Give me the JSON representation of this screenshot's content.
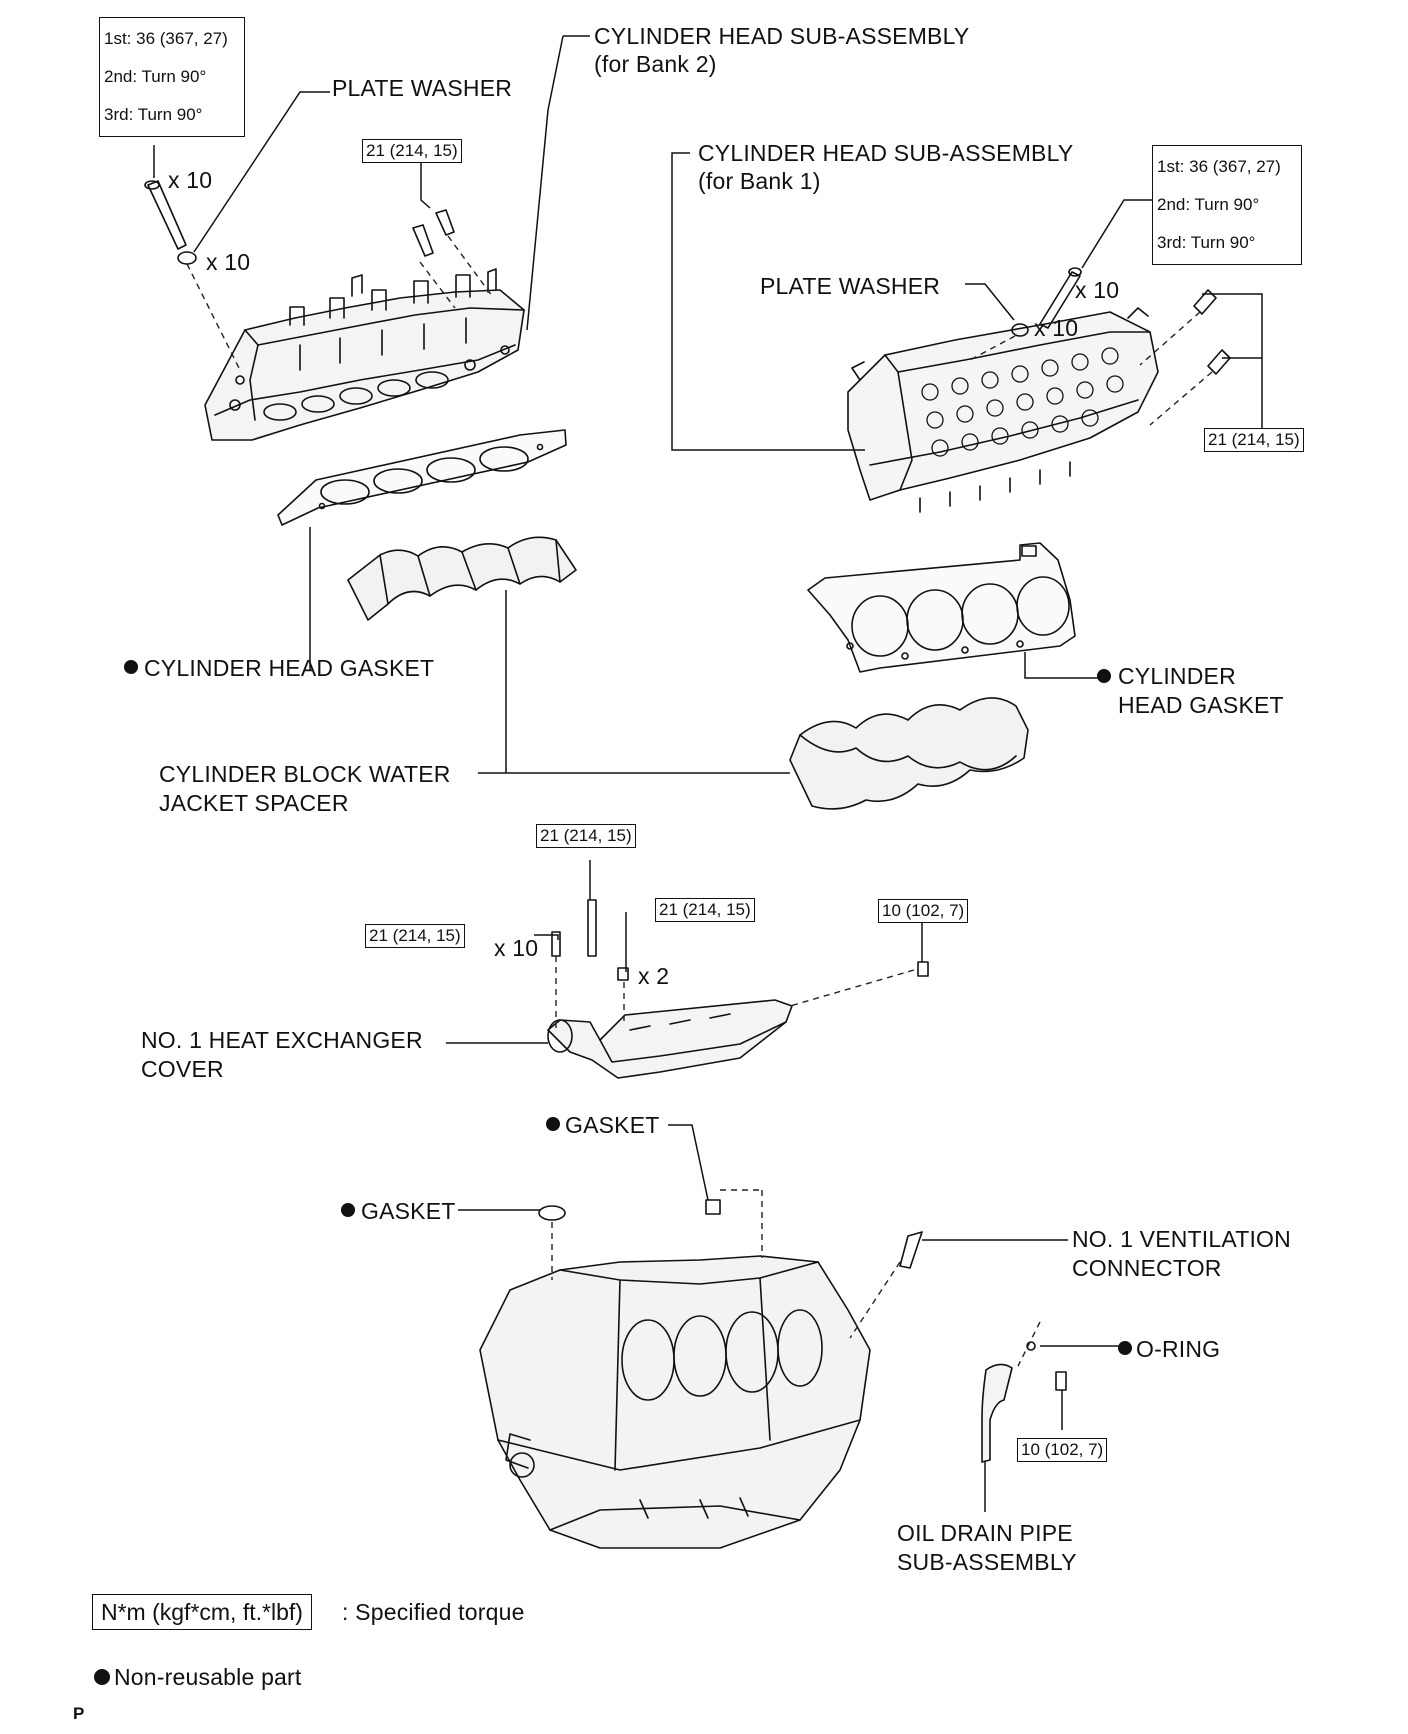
{
  "torque_b2": {
    "first": "1st: 36 (367, 27)",
    "second": "2nd: Turn 90°",
    "third": "3rd: Turn 90°"
  },
  "torque_b1": {
    "first": "1st: 36 (367, 27)",
    "second": "2nd: Turn 90°",
    "third": "3rd: Turn 90°"
  },
  "labels": {
    "x10_b2_bolt": "x 10",
    "x10_b2_washer": "x 10",
    "plate_washer_b2": "PLATE WASHER",
    "head_b2_1": "CYLINDER HEAD SUB-ASSEMBLY",
    "head_b2_2": "(for Bank 2)",
    "torque_b2_small": "21 (214, 15)",
    "head_b1_1": "CYLINDER HEAD SUB-ASSEMBLY",
    "head_b1_2": "(for Bank 1)",
    "plate_washer_b1": "PLATE WASHER",
    "x10_b1_bolt": "x 10",
    "x10_b1_washer": "x 10",
    "torque_b1_small": "21 (214, 15)",
    "gasket_l": "CYLINDER HEAD GASKET",
    "gasket_r_1": "CYLINDER",
    "gasket_r_2": "HEAD GASKET",
    "spacer_1": "CYLINDER BLOCK WATER",
    "spacer_2": "JACKET SPACER",
    "torque_m1": "21 (214, 15)",
    "torque_m2": "21 (214, 15)",
    "torque_m3": "21 (214, 15)",
    "torque_m4": "10 (102, 7)",
    "x10_m": "x 10",
    "x2_m": "x 2",
    "hx_1": "NO. 1 HEAT EXCHANGER",
    "hx_2": "COVER",
    "gasket_top": "GASKET",
    "gasket_left": "GASKET",
    "vent_1": "NO. 1 VENTILATION",
    "vent_2": "CONNECTOR",
    "oring": "O-RING",
    "torque_bottom": "10 (102, 7)",
    "drain_1": "OIL DRAIN PIPE",
    "drain_2": "SUB-ASSEMBLY"
  },
  "legend": {
    "unit_box": "N*m (kgf*cm, ft.*lbf)",
    "unit_text": ": Specified torque",
    "non_reusable": "Non-reusable part",
    "page_mark": "P"
  }
}
